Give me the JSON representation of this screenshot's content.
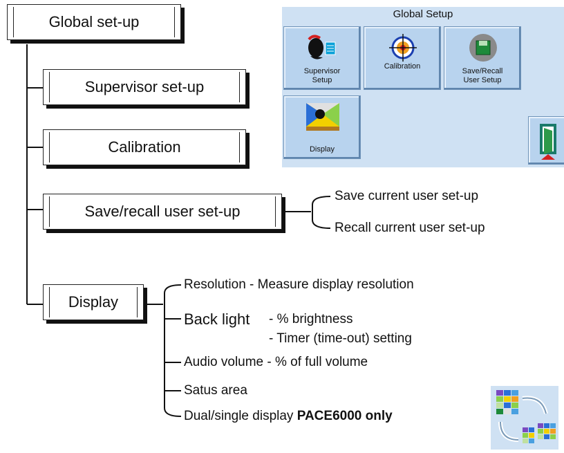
{
  "tree": {
    "root": "Global set-up",
    "nodes": [
      "Supervisor set-up",
      "Calibration",
      "Save/recall user set-up",
      "Display"
    ],
    "save_recall": {
      "items": [
        "Save current user set-up",
        "Recall current user set-up"
      ]
    },
    "display": {
      "resolution": "Resolution - Measure display resolution",
      "backlight_label": "Back light",
      "backlight_line1": "- % brightness",
      "backlight_line2": "- Timer (time-out) setting",
      "audio": "Audio volume - % of full volume",
      "status": "Satus area",
      "dual_prefix": "Dual/single display",
      "dual_bold": "PACE6000 only"
    }
  },
  "panel": {
    "title": "Global Setup",
    "buttons": [
      {
        "label": "Supervisor\nSetup",
        "icon": "supervisor-icon"
      },
      {
        "label": "Calibration",
        "icon": "calibration-target-icon"
      },
      {
        "label": "Save/Recall\nUser Setup",
        "icon": "save-recall-icon"
      },
      {
        "label": "Display",
        "icon": "display-icon"
      }
    ],
    "exit_icon": "exit-door-icon"
  },
  "swap_icon": "display-swap-icon"
}
